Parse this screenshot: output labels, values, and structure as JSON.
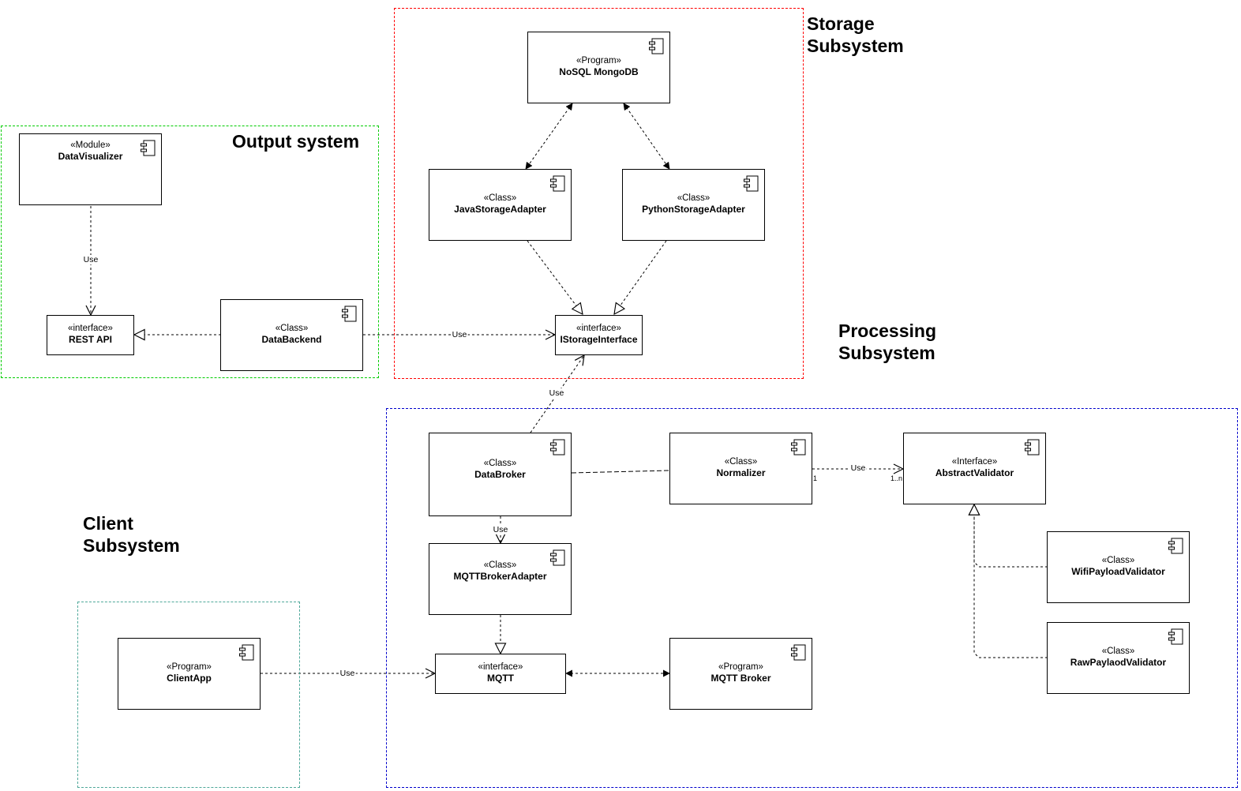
{
  "subsystems": {
    "storage": "Storage\nSubsystem",
    "output": "Output system",
    "processing": "Processing\nSubsystem",
    "client": "Client\nSubsystem"
  },
  "colors": {
    "storage_border": "#ff0000",
    "output_border": "#00cc00",
    "processing_border": "#0000cc",
    "client_border": "#4fa89a"
  },
  "components": {
    "mongodb": {
      "stereotype": "«Program»",
      "name": "NoSQL MongoDB"
    },
    "java_adapter": {
      "stereotype": "«Class»",
      "name": "JavaStorageAdapter"
    },
    "python_adapter": {
      "stereotype": "«Class»",
      "name": "PythonStorageAdapter"
    },
    "istorage": {
      "stereotype": "«interface»",
      "name": "IStorageInterface"
    },
    "data_visualizer": {
      "stereotype": "«Module»",
      "name": "DataVisualizer"
    },
    "rest_api": {
      "stereotype": "«interface»",
      "name": "REST API"
    },
    "data_backend": {
      "stereotype": "«Class»",
      "name": "DataBackend"
    },
    "data_broker": {
      "stereotype": "«Class»",
      "name": "DataBroker"
    },
    "normalizer": {
      "stereotype": "«Class»",
      "name": "Normalizer"
    },
    "abstract_validator": {
      "stereotype": "«Interface»",
      "name": "AbstractValidator"
    },
    "wifi_validator": {
      "stereotype": "«Class»",
      "name": "WifiPayloadValidator"
    },
    "raw_validator": {
      "stereotype": "«Class»",
      "name": "RawPaylaodValidator"
    },
    "mqtt_adapter": {
      "stereotype": "«Class»",
      "name": "MQTTBrokerAdapter"
    },
    "mqtt": {
      "stereotype": "«interface»",
      "name": "MQTT"
    },
    "mqtt_broker": {
      "stereotype": "«Program»",
      "name": "MQTT Broker"
    },
    "client_app": {
      "stereotype": "«Program»",
      "name": "ClientApp"
    }
  },
  "edges": {
    "visualizer_use": "Use",
    "backend_use": "Use",
    "broker_storage_use": "Use",
    "broker_mqtt_use": "Use",
    "normalizer_validator_use": "Use",
    "client_mqtt_use": "Use",
    "mult_one": "1",
    "mult_many": "1..n"
  }
}
